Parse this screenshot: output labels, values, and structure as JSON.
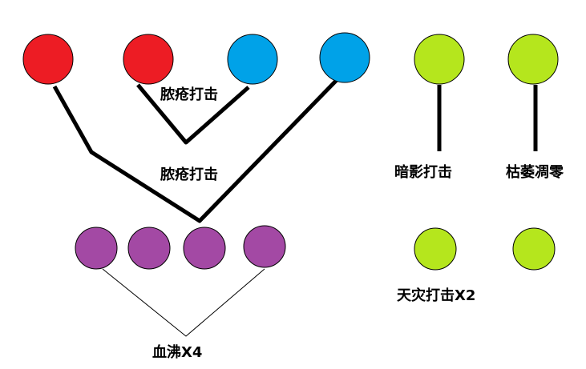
{
  "colors": {
    "red": "#ed1c24",
    "blue": "#00a2e8",
    "green": "#b5e61d",
    "purple": "#a349a4",
    "line": "#000000"
  },
  "labels": {
    "festering_strike_1": "脓疮打击",
    "festering_strike_2": "脓疮打击",
    "shadow_strike": "暗影打击",
    "wither": "枯萎凋零",
    "scourge_strike": "天灾打击X2",
    "blood_boil": "血沸X4"
  }
}
